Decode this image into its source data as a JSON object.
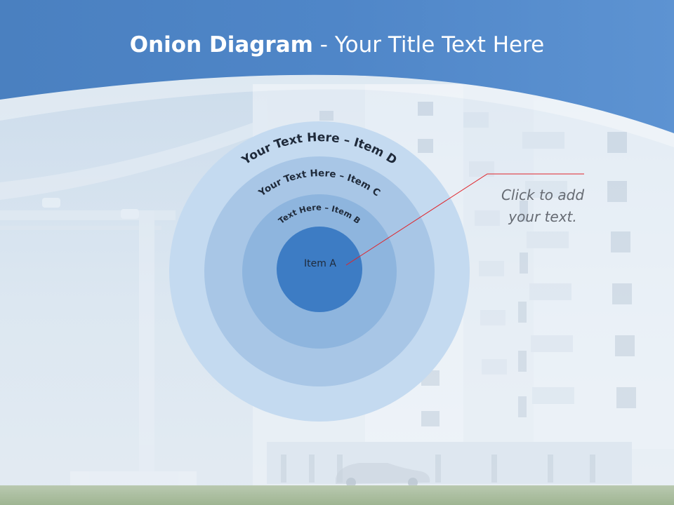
{
  "title": {
    "bold": "Onion Diagram",
    "rest": " - Your Title Text Here"
  },
  "diagram": {
    "rings": [
      {
        "label": "Item A",
        "color": "#3d7cc4"
      },
      {
        "label": "Text Here – Item B",
        "color": "#8eb5de"
      },
      {
        "label": "Your Text Here – Item C",
        "color": "#a8c6e6"
      },
      {
        "label": "Your Text Here – Item D",
        "color": "#c4daf0"
      }
    ]
  },
  "callout": {
    "line1": "Click  to add",
    "line2": "your text.",
    "line_color": "#e0242a"
  },
  "colors": {
    "header_blue": "#4f86c8",
    "ring_text": "#1f2a3a"
  }
}
